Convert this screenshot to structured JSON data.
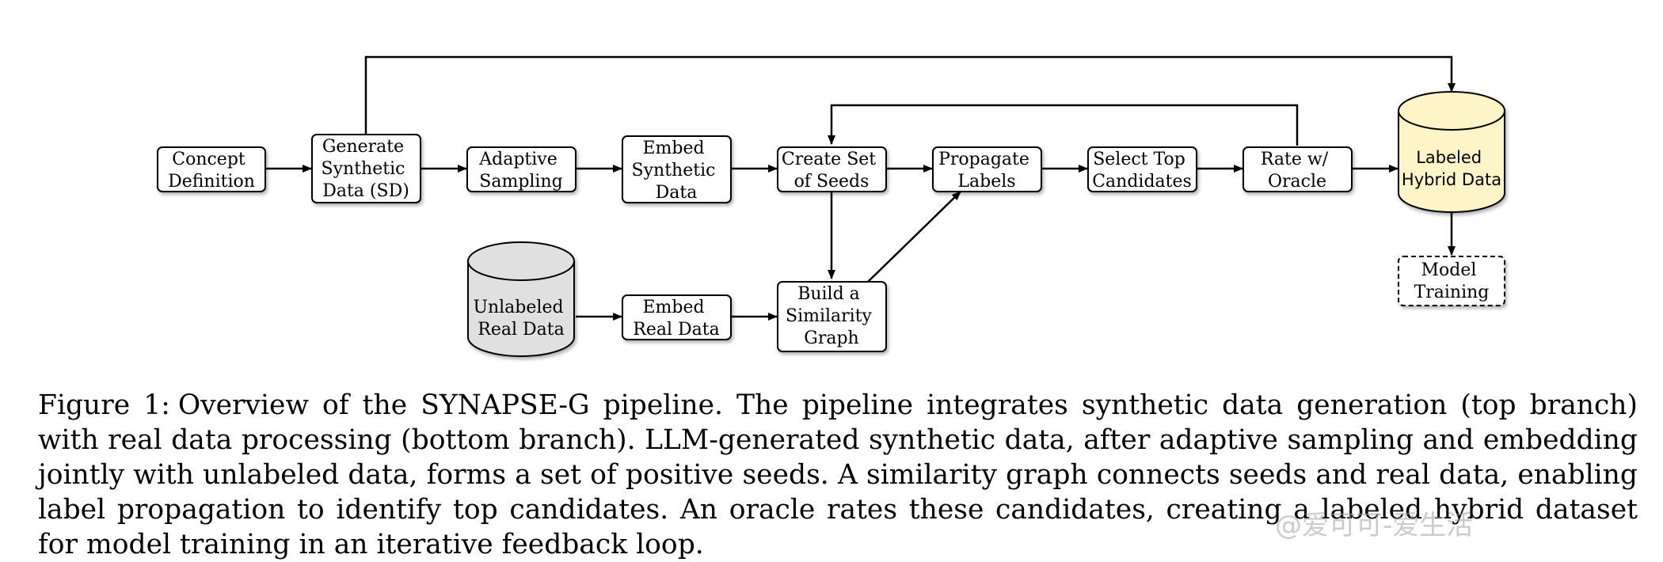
{
  "nodes": {
    "concept_definition": [
      "Concept",
      "Definition"
    ],
    "generate_synthetic": [
      "Generate",
      "Synthetic",
      "Data (SD)"
    ],
    "adaptive_sampling": [
      "Adaptive",
      "Sampling"
    ],
    "embed_synthetic": [
      "Embed",
      "Synthetic",
      "Data"
    ],
    "create_seeds": [
      "Create Set",
      "of Seeds"
    ],
    "propagate_labels": [
      "Propagate",
      "Labels"
    ],
    "select_top": [
      "Select Top",
      "Candidates"
    ],
    "rate_oracle": [
      "Rate w/",
      "Oracle"
    ],
    "labeled_hybrid": [
      "Labeled",
      "Hybrid Data"
    ],
    "model_training": [
      "Model",
      "Training"
    ],
    "unlabeled_real": [
      "Unlabeled",
      "Real Data"
    ],
    "embed_real": [
      "Embed",
      "Real Data"
    ],
    "similarity_graph": [
      "Build a",
      "Similarity",
      "Graph"
    ]
  },
  "colors": {
    "labeled_fill": "#fdf5c8",
    "unlabeled_fill": "#e0e0e0"
  },
  "caption": {
    "label": "Figure 1:",
    "text": "Overview of the SYNAPSE-G pipeline. The pipeline integrates synthetic data generation (top branch) with real data processing (bottom branch). LLM-generated synthetic data, after adaptive sampling and embedding jointly with unlabeled data, forms a set of positive seeds. A similarity graph connects seeds and real data, enabling label propagation to identify top candidates. An oracle rates these candidates, creating a labeled hybrid dataset for model training in an iterative feedback loop."
  },
  "watermark": "@爱可可-爱生活"
}
